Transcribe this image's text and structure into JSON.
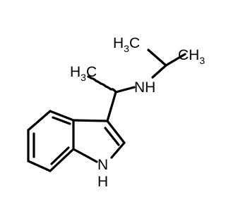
{
  "labels": {
    "h3c_top_left": {
      "main": "H",
      "sub": "3",
      "tail": "C"
    },
    "ch3_top_right": {
      "main": "CH",
      "sub": "3"
    },
    "h3c_mid": {
      "main": "H",
      "sub": "3",
      "tail": "C"
    },
    "nh_amine": "NH",
    "nh_indole_n": "N",
    "nh_indole_h": "H"
  },
  "colors": {
    "ink": "#000000",
    "background": "#ffffff"
  }
}
